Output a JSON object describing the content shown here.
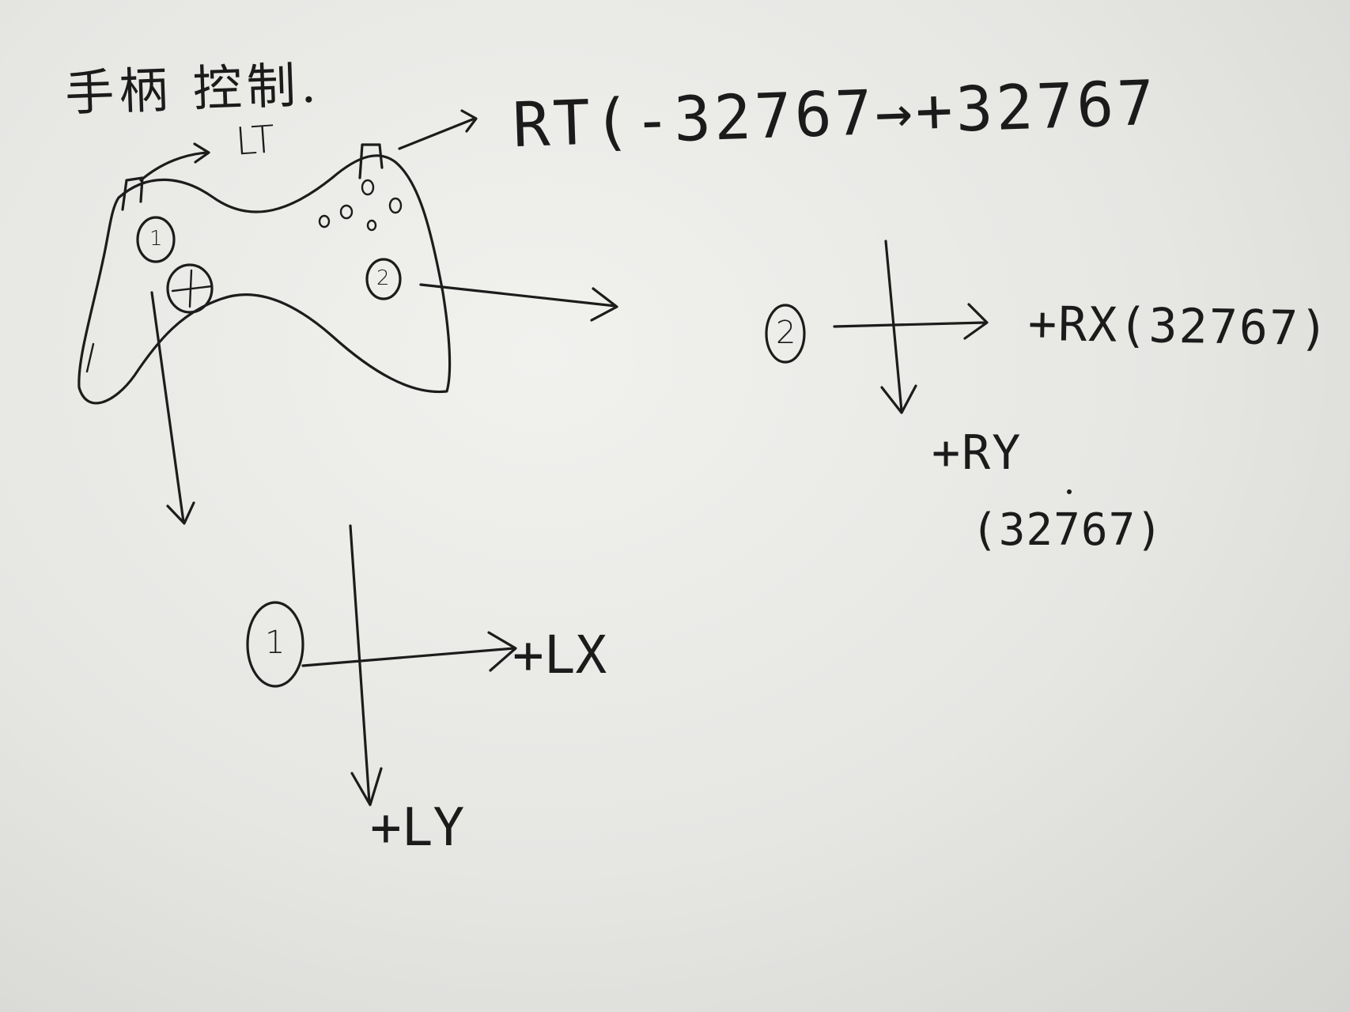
{
  "title": "手柄 控制.",
  "labels": {
    "lt": "LT",
    "rt": "RT(-32767→+32767",
    "right_stick_x": "+RX(32767)",
    "right_stick_y": "+RY",
    "right_stick_y_value": "(32767)",
    "left_stick_x": "+LX",
    "left_stick_y": "+LY"
  },
  "markers": {
    "left_stick": "1",
    "right_stick": "2"
  },
  "ink_color": "#1c1c1c",
  "paper_color": "#ececea"
}
